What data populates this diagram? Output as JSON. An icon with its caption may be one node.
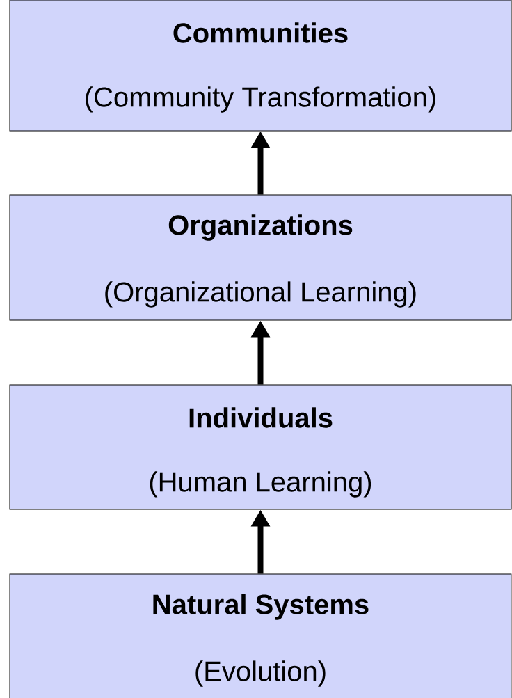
{
  "diagram": {
    "nodes": [
      {
        "text": [
          "Communities",
          "(Community Transformation)"
        ]
      },
      {
        "text": [
          "Organizations",
          "(Organizational Learning)"
        ]
      },
      {
        "text": [
          "Individuals",
          "(Human Learning)"
        ]
      },
      {
        "text": [
          "Natural Systems",
          "(Evolution)"
        ]
      }
    ],
    "edges": [
      {
        "from": 3,
        "to": 2,
        "arrow": "to"
      },
      {
        "from": 2,
        "to": 1,
        "arrow": "to"
      },
      {
        "from": 1,
        "to": 0,
        "arrow": "to"
      }
    ]
  }
}
